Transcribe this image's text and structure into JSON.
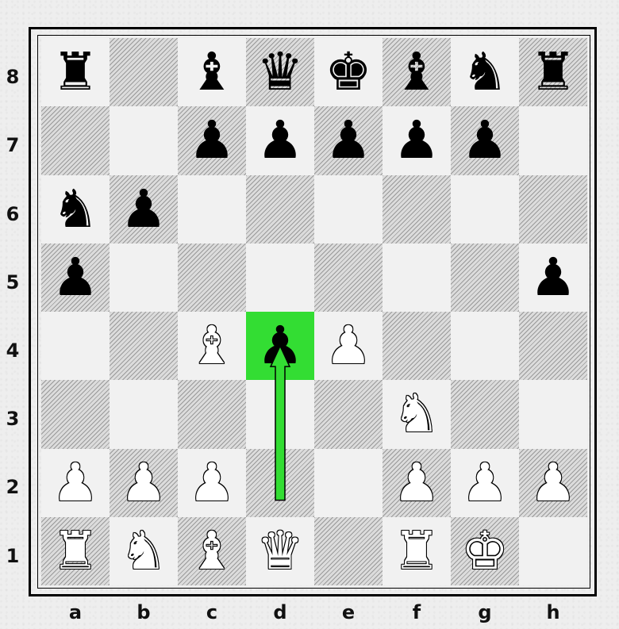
{
  "board": {
    "files": [
      "a",
      "b",
      "c",
      "d",
      "e",
      "f",
      "g",
      "h"
    ],
    "ranks": [
      "8",
      "7",
      "6",
      "5",
      "4",
      "3",
      "2",
      "1"
    ],
    "highlight_square": "d4",
    "highlight_color": "#33dd33",
    "arrow": {
      "from": "d2",
      "to": "d4",
      "color": "#33dd33"
    },
    "pieces": [
      {
        "square": "a8",
        "color": "black",
        "type": "rook",
        "glyph": "♜"
      },
      {
        "square": "c8",
        "color": "black",
        "type": "bishop",
        "glyph": "♝"
      },
      {
        "square": "d8",
        "color": "black",
        "type": "queen",
        "glyph": "♛"
      },
      {
        "square": "e8",
        "color": "black",
        "type": "king",
        "glyph": "♚"
      },
      {
        "square": "f8",
        "color": "black",
        "type": "bishop",
        "glyph": "♝"
      },
      {
        "square": "g8",
        "color": "black",
        "type": "knight",
        "glyph": "♞"
      },
      {
        "square": "h8",
        "color": "black",
        "type": "rook",
        "glyph": "♜"
      },
      {
        "square": "c7",
        "color": "black",
        "type": "pawn",
        "glyph": "♟"
      },
      {
        "square": "d7",
        "color": "black",
        "type": "pawn",
        "glyph": "♟"
      },
      {
        "square": "e7",
        "color": "black",
        "type": "pawn",
        "glyph": "♟"
      },
      {
        "square": "f7",
        "color": "black",
        "type": "pawn",
        "glyph": "♟"
      },
      {
        "square": "g7",
        "color": "black",
        "type": "pawn",
        "glyph": "♟"
      },
      {
        "square": "a6",
        "color": "black",
        "type": "knight",
        "glyph": "♞"
      },
      {
        "square": "b6",
        "color": "black",
        "type": "pawn",
        "glyph": "♟"
      },
      {
        "square": "a5",
        "color": "black",
        "type": "pawn",
        "glyph": "♟"
      },
      {
        "square": "h5",
        "color": "black",
        "type": "pawn",
        "glyph": "♟"
      },
      {
        "square": "c4",
        "color": "white",
        "type": "bishop",
        "glyph": "♝"
      },
      {
        "square": "d4",
        "color": "black",
        "type": "pawn",
        "glyph": "♟"
      },
      {
        "square": "e4",
        "color": "white",
        "type": "pawn",
        "glyph": "♟"
      },
      {
        "square": "f3",
        "color": "white",
        "type": "knight",
        "glyph": "♞"
      },
      {
        "square": "a2",
        "color": "white",
        "type": "pawn",
        "glyph": "♟"
      },
      {
        "square": "b2",
        "color": "white",
        "type": "pawn",
        "glyph": "♟"
      },
      {
        "square": "c2",
        "color": "white",
        "type": "pawn",
        "glyph": "♟"
      },
      {
        "square": "f2",
        "color": "white",
        "type": "pawn",
        "glyph": "♟"
      },
      {
        "square": "g2",
        "color": "white",
        "type": "pawn",
        "glyph": "♟"
      },
      {
        "square": "h2",
        "color": "white",
        "type": "pawn",
        "glyph": "♟"
      },
      {
        "square": "a1",
        "color": "white",
        "type": "rook",
        "glyph": "♜"
      },
      {
        "square": "b1",
        "color": "white",
        "type": "knight",
        "glyph": "♞"
      },
      {
        "square": "c1",
        "color": "white",
        "type": "bishop",
        "glyph": "♝"
      },
      {
        "square": "d1",
        "color": "white",
        "type": "queen",
        "glyph": "♛"
      },
      {
        "square": "f1",
        "color": "white",
        "type": "rook",
        "glyph": "♜"
      },
      {
        "square": "g1",
        "color": "white",
        "type": "king",
        "glyph": "♚"
      }
    ]
  }
}
